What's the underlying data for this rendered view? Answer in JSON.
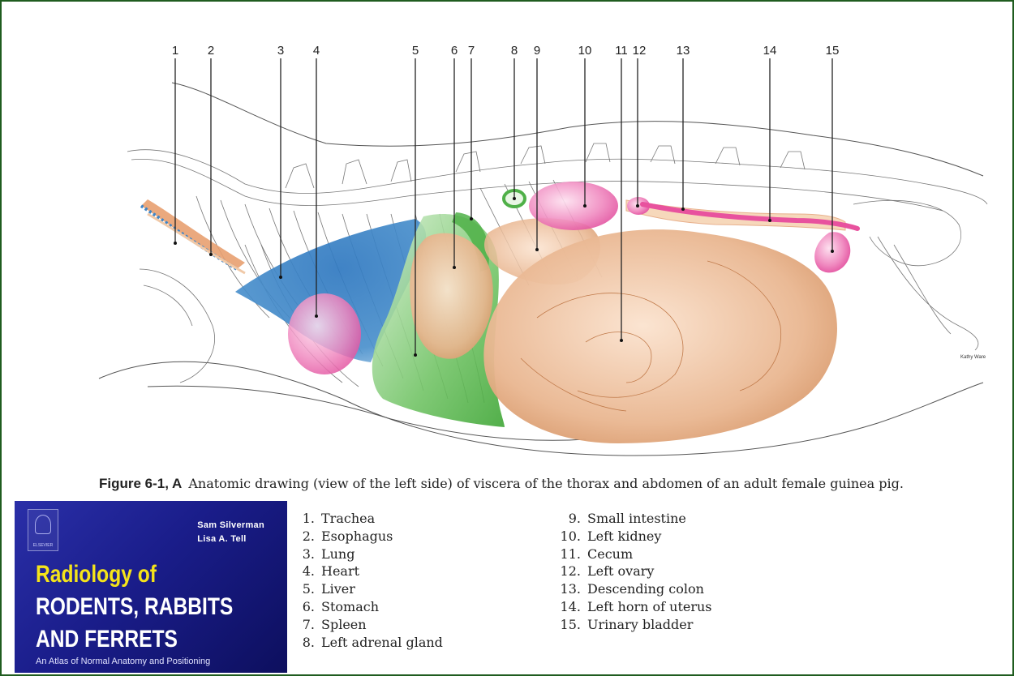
{
  "caption": {
    "figure_label": "Figure 6-1, A",
    "text": "Anatomic drawing (view of the left side) of viscera of the thorax and abdomen of an adult female guinea pig."
  },
  "diagram": {
    "artist_credit": "Kathy Ware",
    "callout_numbers": [
      "1",
      "2",
      "3",
      "4",
      "5",
      "6",
      "7",
      "8",
      "9",
      "10",
      "11",
      "12",
      "13",
      "14",
      "15"
    ],
    "organ_colors": {
      "trachea": "#e8a070",
      "lung": "#3f86c8",
      "heart": "#e8529e",
      "liver": "#4fb048",
      "stomach": "#e6a37a",
      "spleen": "#4fb048",
      "adrenal": "#4fb048",
      "kidney": "#e8529e",
      "intestine": "#d9905a",
      "cecum": "#d9905a",
      "ovary": "#e8529e",
      "colon": "#f0c090",
      "uterus": "#e8529e",
      "bladder": "#e8529e"
    }
  },
  "book_cover": {
    "authors": [
      "Sam Silverman",
      "Lisa A. Tell"
    ],
    "title_line1": "Radiology of",
    "title_line2": "RODENTS, RABBITS",
    "title_line3": "AND FERRETS",
    "subtitle": "An Atlas of Normal Anatomy and Positioning",
    "publisher_logo_text": "ELSEVIER"
  },
  "legend": [
    {
      "num": "1.",
      "label": "Trachea"
    },
    {
      "num": "2.",
      "label": "Esophagus"
    },
    {
      "num": "3.",
      "label": "Lung"
    },
    {
      "num": "4.",
      "label": "Heart"
    },
    {
      "num": "5.",
      "label": "Liver"
    },
    {
      "num": "6.",
      "label": "Stomach"
    },
    {
      "num": "7.",
      "label": "Spleen"
    },
    {
      "num": "8.",
      "label": "Left adrenal gland"
    },
    {
      "num": "9.",
      "label": "Small intestine"
    },
    {
      "num": "10.",
      "label": "Left kidney"
    },
    {
      "num": "11.",
      "label": "Cecum"
    },
    {
      "num": "12.",
      "label": "Left ovary"
    },
    {
      "num": "13.",
      "label": "Descending colon"
    },
    {
      "num": "14.",
      "label": "Left horn of uterus"
    },
    {
      "num": "15.",
      "label": "Urinary bladder"
    }
  ]
}
